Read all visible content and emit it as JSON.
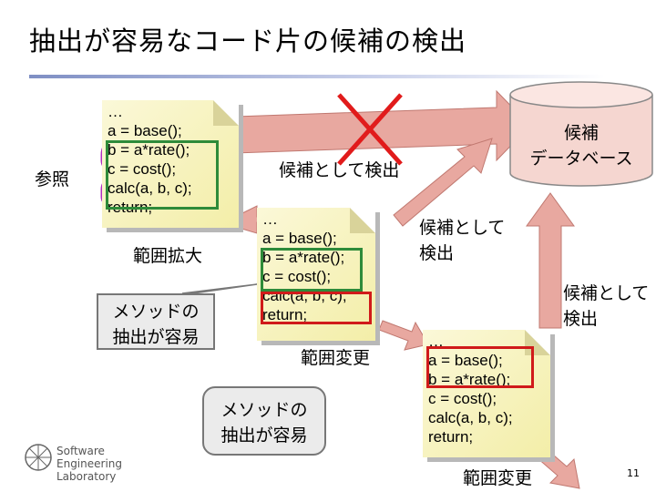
{
  "slide": {
    "title": "抽出が容易なコード片の候補の検出",
    "page_number": "11",
    "reference_label": "参照",
    "crossed_label": "候補として検出",
    "logo": {
      "lines": [
        "Software",
        "Engineering",
        "Laboratory"
      ]
    }
  },
  "code_blocks": [
    {
      "lines": [
        "…",
        "a = base();",
        "b = a*rate();",
        "c = cost();",
        "calc(a, b, c);",
        "return;"
      ],
      "caption": "範囲拡大",
      "callout": [
        "メソッドの",
        "抽出が容易"
      ]
    },
    {
      "lines": [
        "…",
        "a = base();",
        "b = a*rate();",
        "c = cost();",
        "calc(a, b, c);",
        "return;"
      ],
      "caption": "範囲変更",
      "callout": [
        "メソッドの",
        "抽出が容易"
      ]
    },
    {
      "lines": [
        "…",
        "a = base();",
        "b = a*rate();",
        "c = cost();",
        "calc(a, b, c);",
        "return;"
      ],
      "caption": "範囲変更"
    }
  ],
  "database": {
    "label": [
      "候補",
      "データベース"
    ]
  },
  "detect_labels": [
    [
      "候補として",
      "検出"
    ],
    [
      "候補として",
      "検出"
    ]
  ],
  "colors": {
    "highlight_green": "#2e8b3a",
    "highlight_red": "#d01a1a",
    "arrow_fill": "#e8a8a0",
    "cross": "#e11b1b",
    "note_fill": "#f6f1b8",
    "callout_fill": "#ebebeb"
  }
}
